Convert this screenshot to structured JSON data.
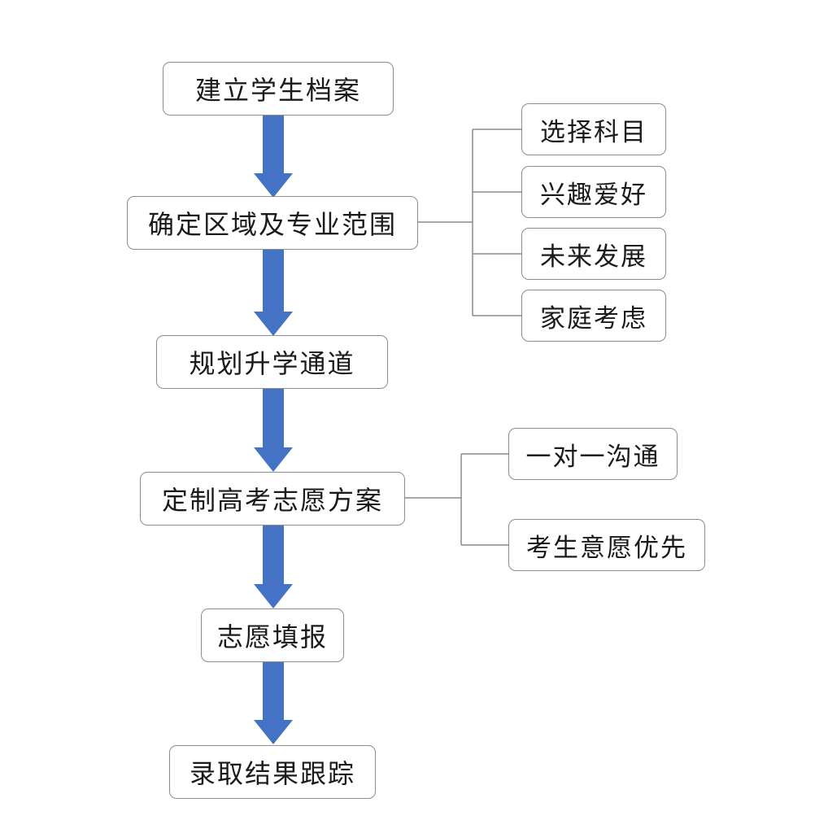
{
  "colors": {
    "arrow": "#4472C4",
    "connector": "#8c8c8c",
    "box_border": "#8c8c8c",
    "text": "#1a1a1a"
  },
  "steps": [
    "建立学生档案",
    "确定区域及专业范围",
    "规划升学通道",
    "定制高考志愿方案",
    "志愿填报",
    "录取结果跟踪"
  ],
  "branch_1": {
    "items": [
      "选择科目",
      "兴趣爱好",
      "未来发展",
      "家庭考虑"
    ]
  },
  "branch_2": {
    "items": [
      "一对一沟通",
      "考生意愿优先"
    ]
  }
}
